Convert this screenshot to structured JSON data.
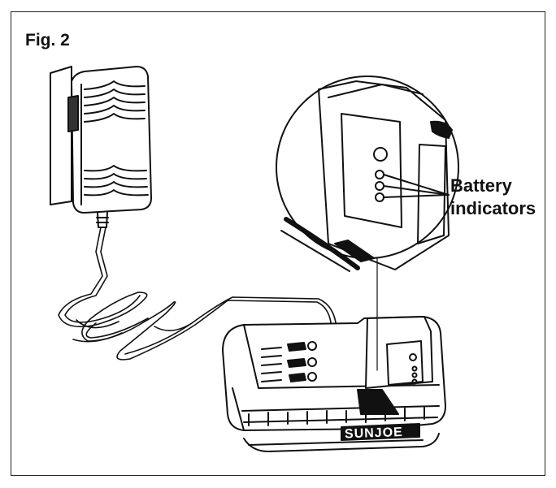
{
  "figure": {
    "title": "Fig. 2",
    "callout_line1": "Battery",
    "callout_line2": "indicators",
    "brand": "SUNJOE",
    "stroke_color": "#111111",
    "background": "#ffffff"
  }
}
